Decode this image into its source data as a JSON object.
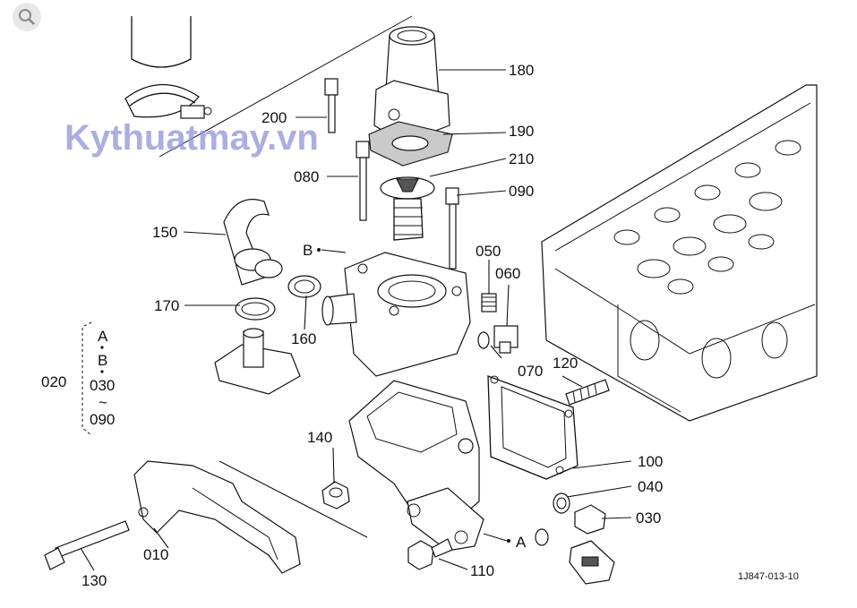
{
  "watermark": "Kythuatmay.vn",
  "drawing_code": "1J847-013-10",
  "labels": {
    "l180": "180",
    "l190": "190",
    "l210": "210",
    "l090": "090",
    "l200": "200",
    "l080": "080",
    "l150": "150",
    "lB": "B",
    "l050": "050",
    "l060": "060",
    "l170": "170",
    "l160": "160",
    "l070": "070",
    "l120": "120",
    "l020": "020",
    "l140": "140",
    "l100": "100",
    "l040": "040",
    "l030": "030",
    "l010": "010",
    "l130": "130",
    "l110": "110",
    "lA": "A"
  },
  "group_020": {
    "a": "A",
    "b": "B",
    "from": "030",
    "tilde": "~",
    "to": "090"
  },
  "icons": {
    "search": "search-icon"
  },
  "colors": {
    "watermark": "#8f94d8",
    "line": "#111111",
    "background": "#ffffff"
  }
}
